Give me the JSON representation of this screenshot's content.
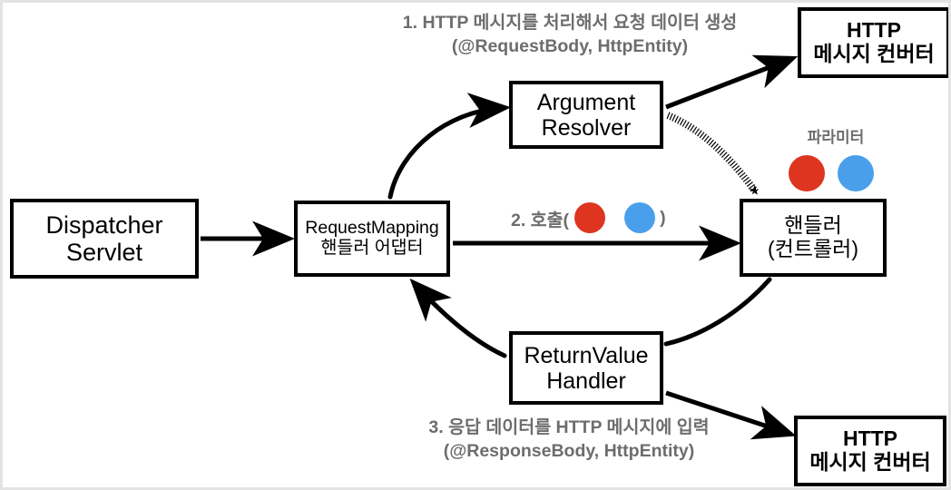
{
  "diagram": {
    "title": "Spring MVC RequestMapping Handler Adapter Flow",
    "background_color": "#ffffff",
    "frame_border_color": "#e3e3e3",
    "annotation_text_color": "#6d6d6d",
    "node_border_color": "#000000",
    "param_dot_colors": {
      "red": "#dd3520",
      "blue": "#4a9fea"
    }
  },
  "nodes": {
    "dispatcher": {
      "line1": "Dispatcher",
      "line2": "Servlet"
    },
    "adapter": {
      "line1": "RequestMapping",
      "line2": "핸들러 어댑터"
    },
    "argument_resolver": {
      "line1": "Argument",
      "line2": "Resolver"
    },
    "return_value_handler": {
      "line1": "ReturnValue",
      "line2": "Handler"
    },
    "handler": {
      "line1": "핸들러",
      "line2": "(컨트롤러)"
    },
    "converter_top": {
      "line1": "HTTP",
      "line2": "메시지 컨버터"
    },
    "converter_bottom": {
      "line1": "HTTP",
      "line2": "메시지 컨버터"
    }
  },
  "annotations": {
    "step1": {
      "line1": "1. HTTP 메시지를 처리해서 요청 데이터 생성",
      "line2": "(@RequestBody, HttpEntity)"
    },
    "step2": {
      "prefix": "2. 호출(",
      "suffix": ")"
    },
    "step3": {
      "line1": "3. 응답 데이터를 HTTP 메시지에 입력",
      "line2": "(@ResponseBody, HttpEntity)"
    },
    "parameter_label": "파라미터"
  },
  "edges": [
    {
      "name": "dispatcher-to-adapter",
      "from": "dispatcher",
      "to": "adapter",
      "style": "solid",
      "arrow": true
    },
    {
      "name": "adapter-to-argument-resolver",
      "from": "adapter",
      "to": "argument_resolver",
      "style": "curved-solid",
      "arrow": true
    },
    {
      "name": "argument-resolver-to-converter-top",
      "from": "argument_resolver",
      "to": "converter_top",
      "style": "solid",
      "arrow": true
    },
    {
      "name": "argument-resolver-to-handler",
      "from": "argument_resolver",
      "to": "handler",
      "style": "dotted",
      "arrow": true
    },
    {
      "name": "adapter-to-handler",
      "from": "adapter",
      "to": "handler",
      "style": "solid",
      "arrow": true
    },
    {
      "name": "handler-to-return-value-handler",
      "from": "handler",
      "to": "return_value_handler",
      "style": "curved-solid",
      "arrow": false
    },
    {
      "name": "return-value-handler-to-adapter",
      "from": "return_value_handler",
      "to": "adapter",
      "style": "curved-solid",
      "arrow": true
    },
    {
      "name": "return-value-handler-to-converter-bottom",
      "from": "return_value_handler",
      "to": "converter_bottom",
      "style": "solid",
      "arrow": true
    }
  ]
}
